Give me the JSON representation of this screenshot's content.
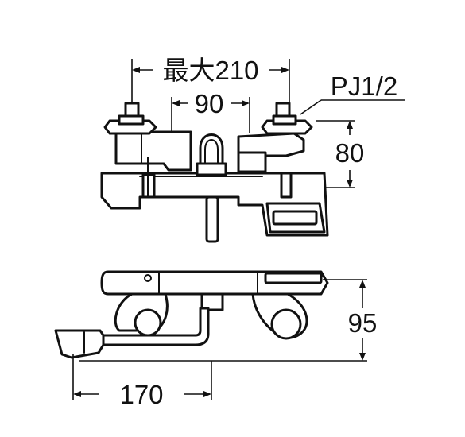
{
  "dimensions": {
    "max_width": "最大210",
    "center_spacing": "90",
    "thread": "PJ1/2",
    "height": "80",
    "depth": "95",
    "spout_length": "170"
  },
  "colors": {
    "line": "#111111",
    "background": "#ffffff"
  }
}
